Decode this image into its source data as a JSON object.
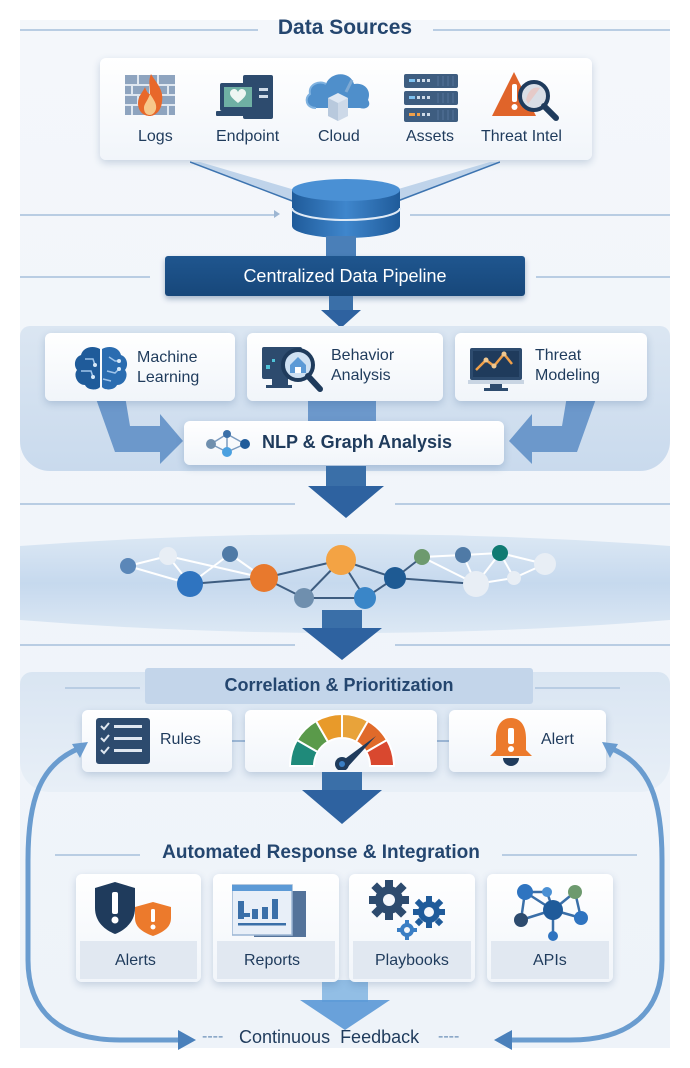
{
  "sections": {
    "data_sources": {
      "title": "Data Sources",
      "items": [
        {
          "label": "Logs",
          "icon": "firewall-icon"
        },
        {
          "label": "Endpoint",
          "icon": "endpoint-computer-icon"
        },
        {
          "label": "Cloud",
          "icon": "cloud-icon"
        },
        {
          "label": "Assets",
          "icon": "server-rack-icon"
        },
        {
          "label": "Threat Intel",
          "icon": "warning-magnifier-icon"
        }
      ]
    },
    "pipeline": {
      "title": "Centralized Data Pipeline"
    },
    "analytics": {
      "items": [
        {
          "label_line1": "Machine",
          "label_line2": "Learning",
          "icon": "brain-icon"
        },
        {
          "label_line1": "Behavior",
          "label_line2": "Analysis",
          "icon": "monitor-magnifier-icon"
        },
        {
          "label_line1": "Threat",
          "label_line2": "Modeling",
          "icon": "monitor-chart-icon"
        }
      ],
      "nlp": {
        "label": "NLP & Graph Analysis",
        "icon": "graph-nodes-icon"
      }
    },
    "graph": {
      "node_colors": [
        "#5b87b8",
        "#e8eef5",
        "#4f7aa6",
        "#2f74c0",
        "#e8792d",
        "#f3a344",
        "#6f8fae",
        "#3a86c8",
        "#1e5a93",
        "#6d9a6e",
        "#4f7aa6",
        "#e8eef5",
        "#0f7a72",
        "#e8eef5",
        "#e8eef5"
      ]
    },
    "correlation": {
      "title": "Correlation & Prioritization",
      "rules": {
        "label": "Rules",
        "icon": "checklist-icon"
      },
      "gauge": {
        "icon": "risk-gauge-icon",
        "colors": [
          "#1f8a7a",
          "#5a9a4a",
          "#e89a2a",
          "#e8a33a",
          "#e06a2a",
          "#d9482f"
        ]
      },
      "alert": {
        "label": "Alert",
        "icon": "bell-alert-icon"
      }
    },
    "response": {
      "title": "Automated Response & Integration",
      "items": [
        {
          "label": "Alerts",
          "icon": "shield-alert-icon"
        },
        {
          "label": "Reports",
          "icon": "report-chart-icon"
        },
        {
          "label": "Playbooks",
          "icon": "gears-icon"
        },
        {
          "label": "APIs",
          "icon": "api-network-icon"
        }
      ]
    },
    "feedback": {
      "label": "Continuous  Feedback",
      "dash": "----"
    }
  },
  "colors": {
    "primary": "#1d4f85",
    "accent_orange": "#e8792d",
    "arrow": "#3a6fa8",
    "text": "#1f3b5c"
  }
}
